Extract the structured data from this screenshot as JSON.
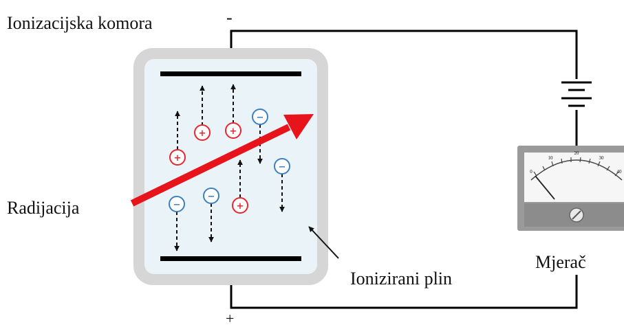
{
  "labels": {
    "chamber": "Ionizacijska komora",
    "radiation": "Radijacija",
    "ionized_gas": "Ionizirani plin",
    "meter": "Mjerač",
    "negative_terminal": "-",
    "positive_terminal": "+"
  },
  "ions": {
    "positive_symbol": "+",
    "negative_symbol": "−"
  },
  "meter": {
    "scale_marks": [
      "0",
      "10",
      "20",
      "30",
      "40"
    ]
  },
  "colors": {
    "wire": "#000000",
    "chamber_frame": "#d6d6d6",
    "chamber_fill": "#eaf3f8",
    "radiation_arrow": "#e8141c",
    "positive_ion": "#e8252e",
    "negative_ion": "#3a7fc0",
    "meter_case": "#9a9a9a",
    "meter_face": "#f6f6f6"
  }
}
